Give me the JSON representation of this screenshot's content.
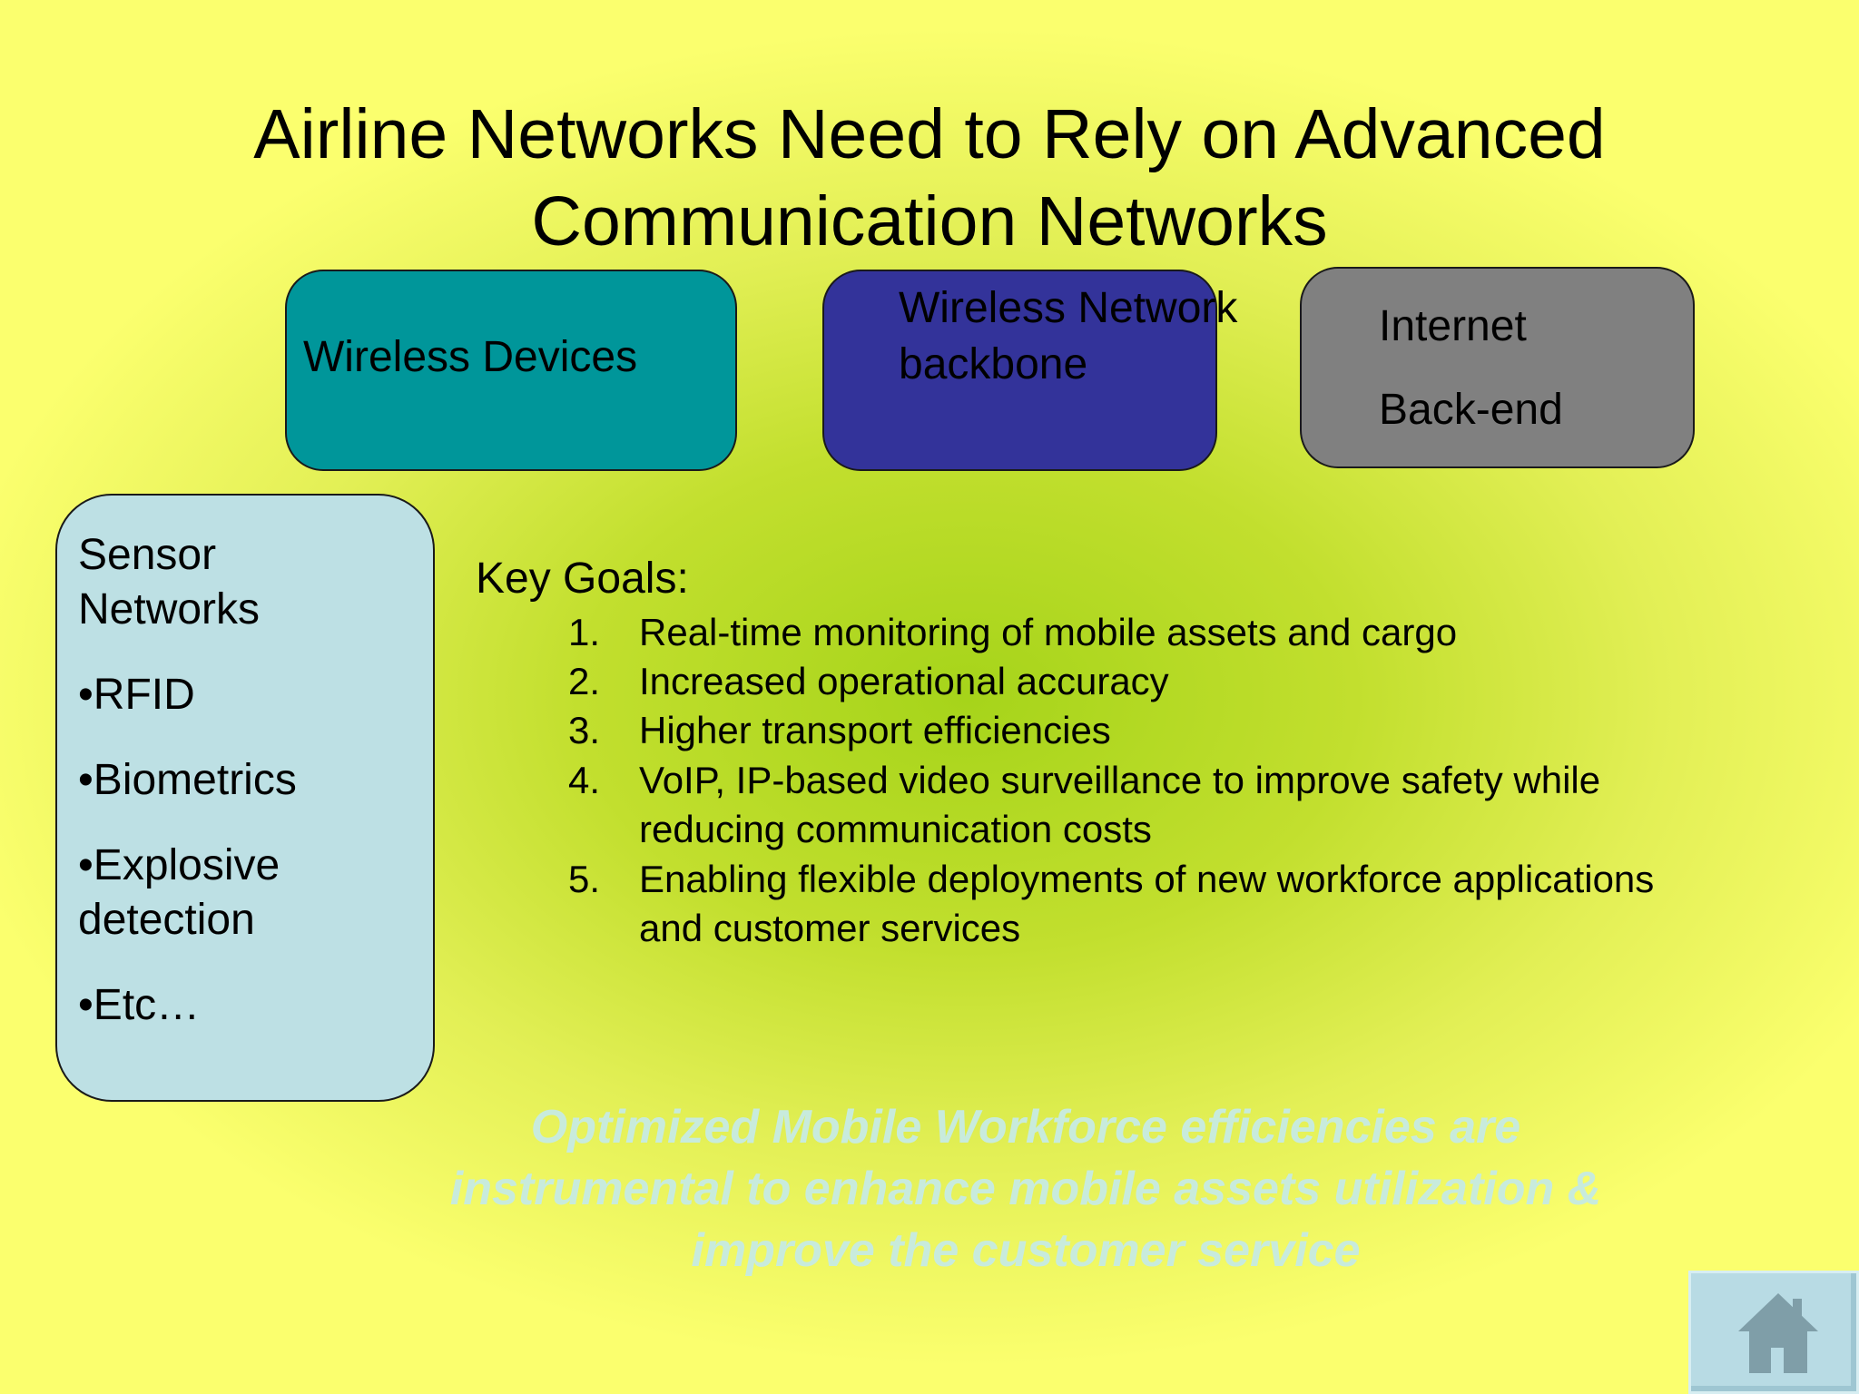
{
  "title": {
    "line1": "Airline Networks Need to Rely on Advanced",
    "line2": "Communication Networks"
  },
  "boxes": {
    "devices": {
      "label": "Wireless Devices",
      "color": "#00969a"
    },
    "backbone": {
      "line1": "Wireless Network",
      "line2": "backbone",
      "color": "#33339a"
    },
    "internet": {
      "line1": "Internet",
      "line2": "Back-end",
      "color": "#808080"
    }
  },
  "sensors": {
    "title_line1": "Sensor",
    "title_line2": "Networks",
    "items": [
      "•RFID",
      "•Biometrics",
      "•Explosive",
      "detection",
      "•Etc…"
    ],
    "color": "#bde0e4"
  },
  "goals": {
    "heading": "Key Goals:",
    "items": [
      {
        "num": "1.",
        "text": "Real-time monitoring of mobile assets and cargo"
      },
      {
        "num": "2.",
        "text": " Increased operational accuracy"
      },
      {
        "num": "3.",
        "text": " Higher transport efficiencies"
      },
      {
        "num": "4.",
        "text": " VoIP, IP-based video surveillance to improve safety  while",
        "cont": "reducing communication costs"
      },
      {
        "num": "5.",
        "text": " Enabling flexible deployments of new workforce applications",
        "cont": "and customer services"
      }
    ]
  },
  "footer": {
    "line1": "Optimized Mobile Workforce efficiencies are",
    "line2": "instrumental to enhance mobile assets utilization &",
    "line3": "improve the customer service"
  },
  "home_button": {
    "icon": "home-icon"
  }
}
